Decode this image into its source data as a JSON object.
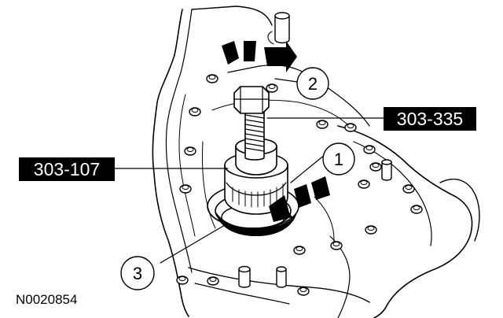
{
  "figure": {
    "id": "N0020854"
  },
  "tool_labels": [
    {
      "key": "tool-303-335",
      "text": "303-335"
    },
    {
      "key": "tool-303-107",
      "text": "303-107"
    }
  ],
  "callouts": [
    {
      "key": "callout-1",
      "text": "1"
    },
    {
      "key": "callout-2",
      "text": "2"
    },
    {
      "key": "callout-3",
      "text": "3"
    }
  ],
  "colors": {
    "ink": "#000000",
    "paper": "#ffffff"
  }
}
